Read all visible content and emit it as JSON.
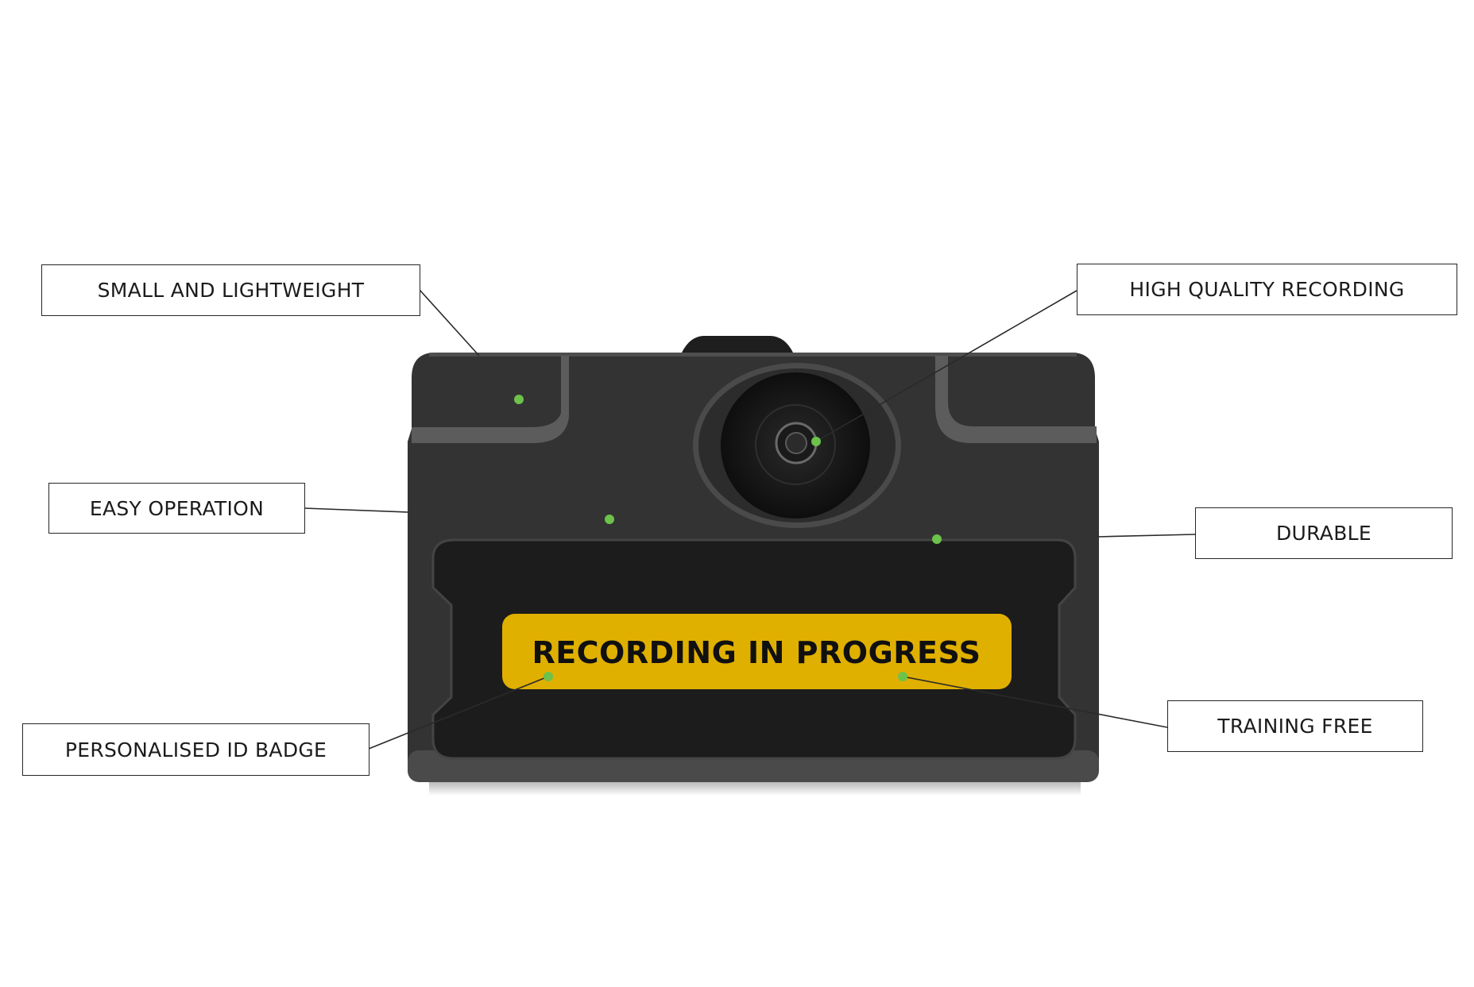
{
  "colors": {
    "background": "#ffffff",
    "device_body": "#333333",
    "device_panel": "#1c1c1c",
    "badge": "#e0b000",
    "marker_dot": "#6cc24a",
    "leader_line": "#2a2a2a"
  },
  "device": {
    "badge_label": "RECORDING IN PROGRESS",
    "lens_icon": "camera-lens-icon"
  },
  "callouts": [
    {
      "id": "small-and-lightweight",
      "label": "SMALL AND LIGHTWEIGHT"
    },
    {
      "id": "high-quality-recording",
      "label": "HIGH QUALITY RECORDING"
    },
    {
      "id": "easy-operation",
      "label": "EASY OPERATION"
    },
    {
      "id": "durable",
      "label": "DURABLE"
    },
    {
      "id": "personalised-id-badge",
      "label": "PERSONALISED ID BADGE"
    },
    {
      "id": "training-free",
      "label": "TRAINING FREE"
    }
  ]
}
